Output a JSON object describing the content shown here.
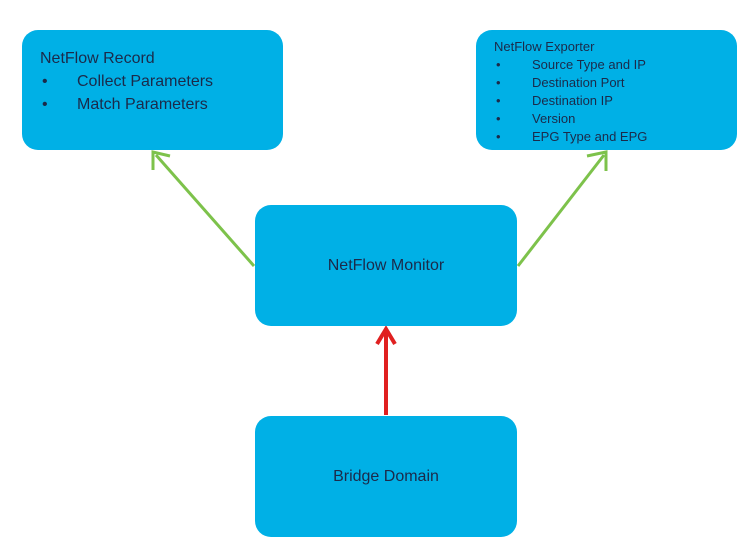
{
  "nodes": {
    "record": {
      "title": "NetFlow Record",
      "items": [
        "Collect Parameters",
        "Match Parameters"
      ]
    },
    "exporter": {
      "title": "NetFlow Exporter",
      "items": [
        "Source Type and IP",
        "Destination Port",
        "Destination IP",
        "Version",
        "EPG Type and EPG"
      ]
    },
    "monitor": {
      "title": "NetFlow Monitor"
    },
    "bridge": {
      "title": "Bridge Domain"
    }
  },
  "bullet_glyph": "•",
  "colors": {
    "box_fill": "#00b0e6",
    "text": "#1b2a4a",
    "arrow_green": "#7dc24b",
    "arrow_red": "#e02020"
  }
}
